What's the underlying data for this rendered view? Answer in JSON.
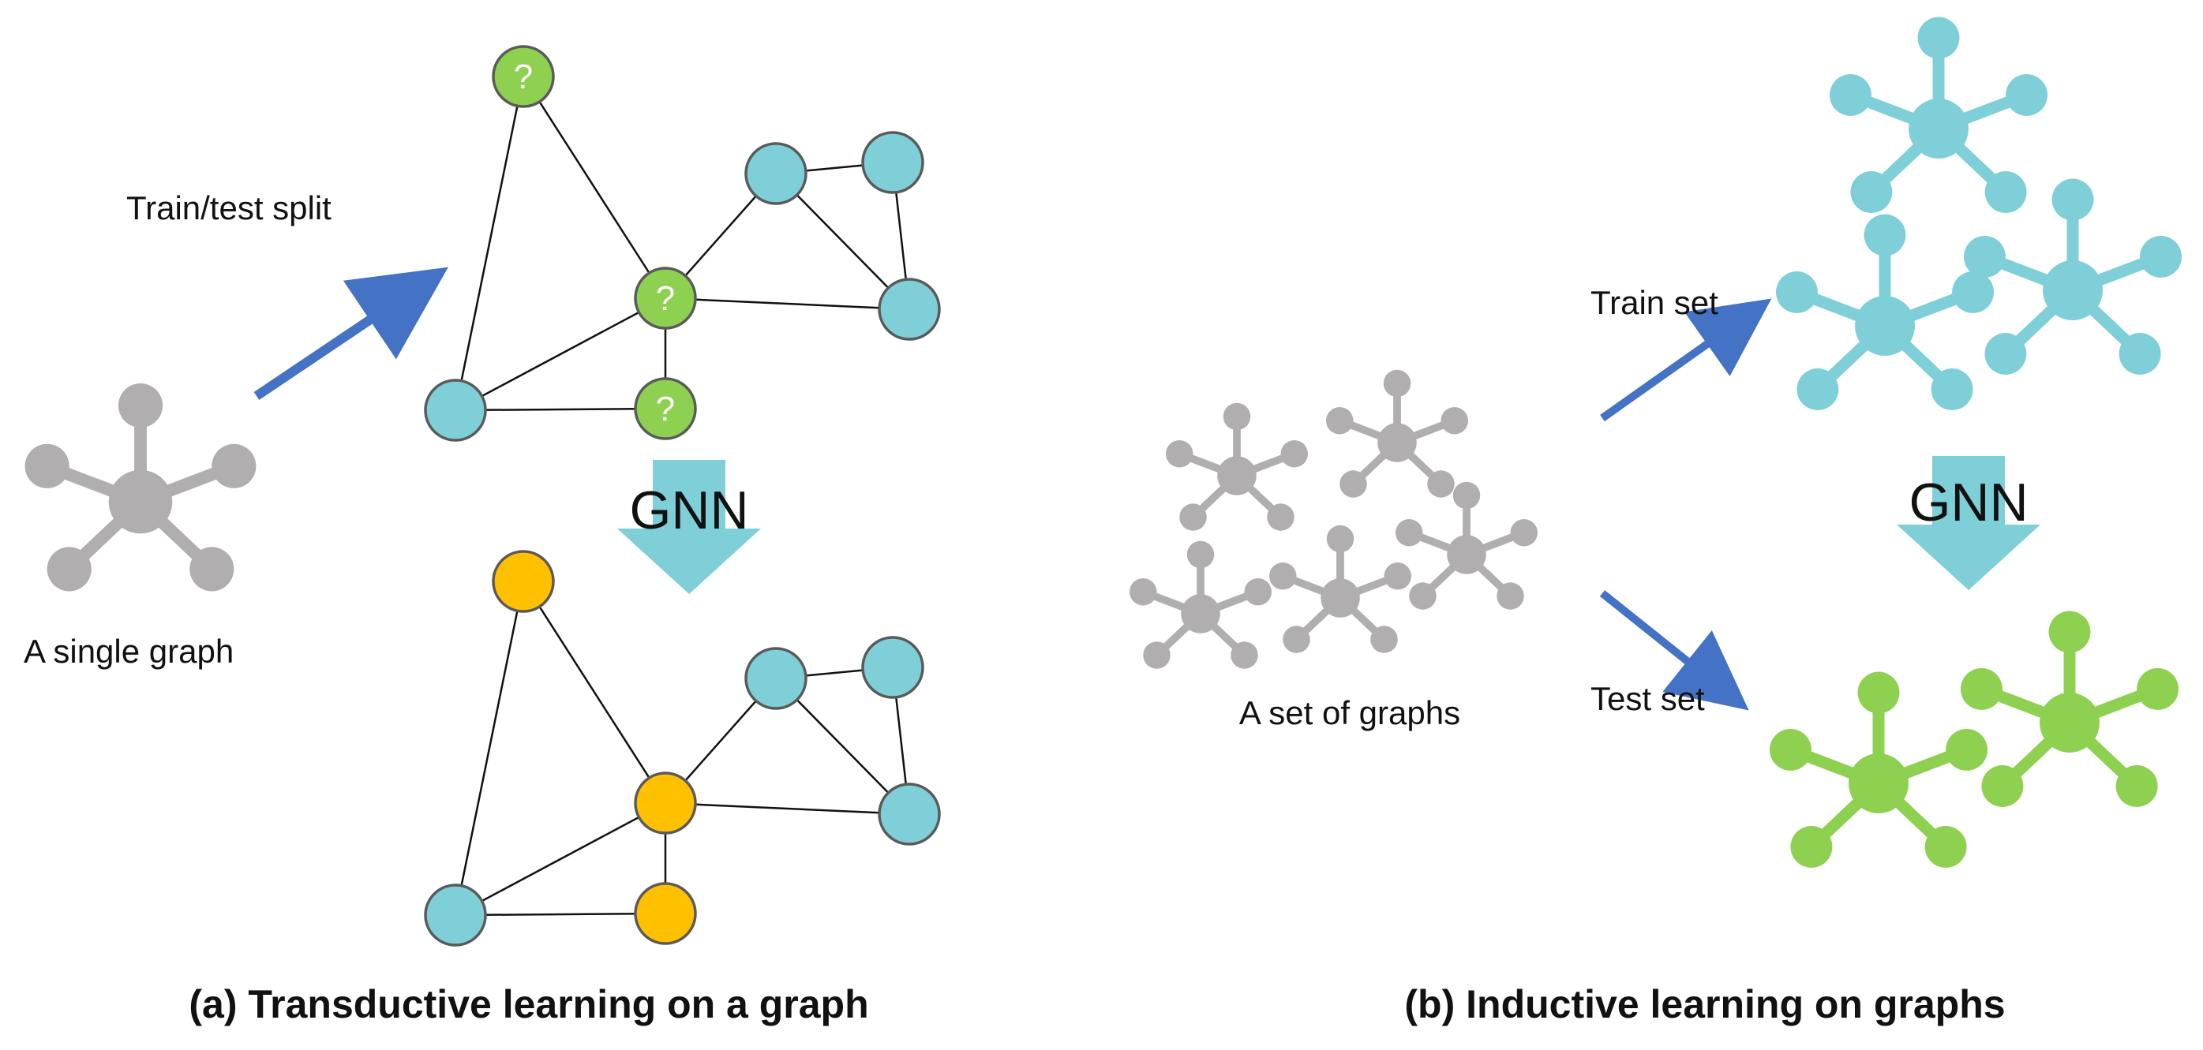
{
  "labels": {
    "single_graph": "A single graph",
    "train_test_split": "Train/test split",
    "set_of_graphs": "A set of graphs",
    "train_set": "Train set",
    "test_set": "Test set",
    "gnn_a": "GNN",
    "gnn_b": "GNN",
    "question_mark": "?"
  },
  "captions": {
    "a": "(a) Transductive learning on a graph",
    "b": "(b) Inductive learning on graphs"
  },
  "colors": {
    "gray": "#B0AEAE",
    "teal": "#7ECFD8",
    "green": "#8ED04F",
    "orange": "#FFC000",
    "arrow_blue": "#4472C4",
    "node_stroke": "#5A5A5A",
    "edge": "#111111"
  }
}
